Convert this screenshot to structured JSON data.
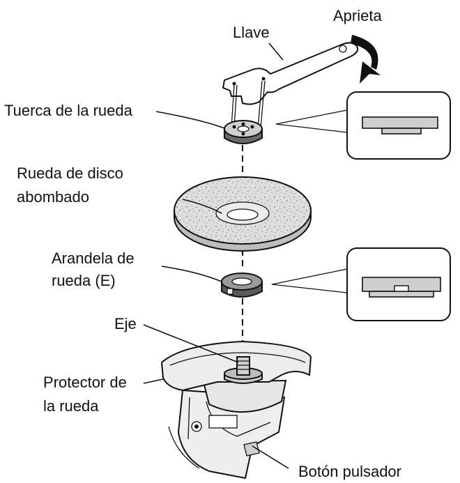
{
  "labels": {
    "wrench": "Llave",
    "tighten": "Aprieta",
    "wheel_nut": "Tuerca de la rueda",
    "wheel_line1": "Rueda de disco",
    "wheel_line2": "abombado",
    "washer_line1": "Arandela de",
    "washer_line2": "rueda (E)",
    "spindle": "Eje",
    "guard_line1": "Protector de",
    "guard_line2": "la rueda",
    "push_button": "Botón pulsador"
  },
  "colors": {
    "outline": "#111111",
    "disc_fill": "#e2e2e2",
    "part_fill": "#d0d0d0",
    "dark_fill": "#6a6a6a",
    "guard_fill": "#ececec"
  }
}
